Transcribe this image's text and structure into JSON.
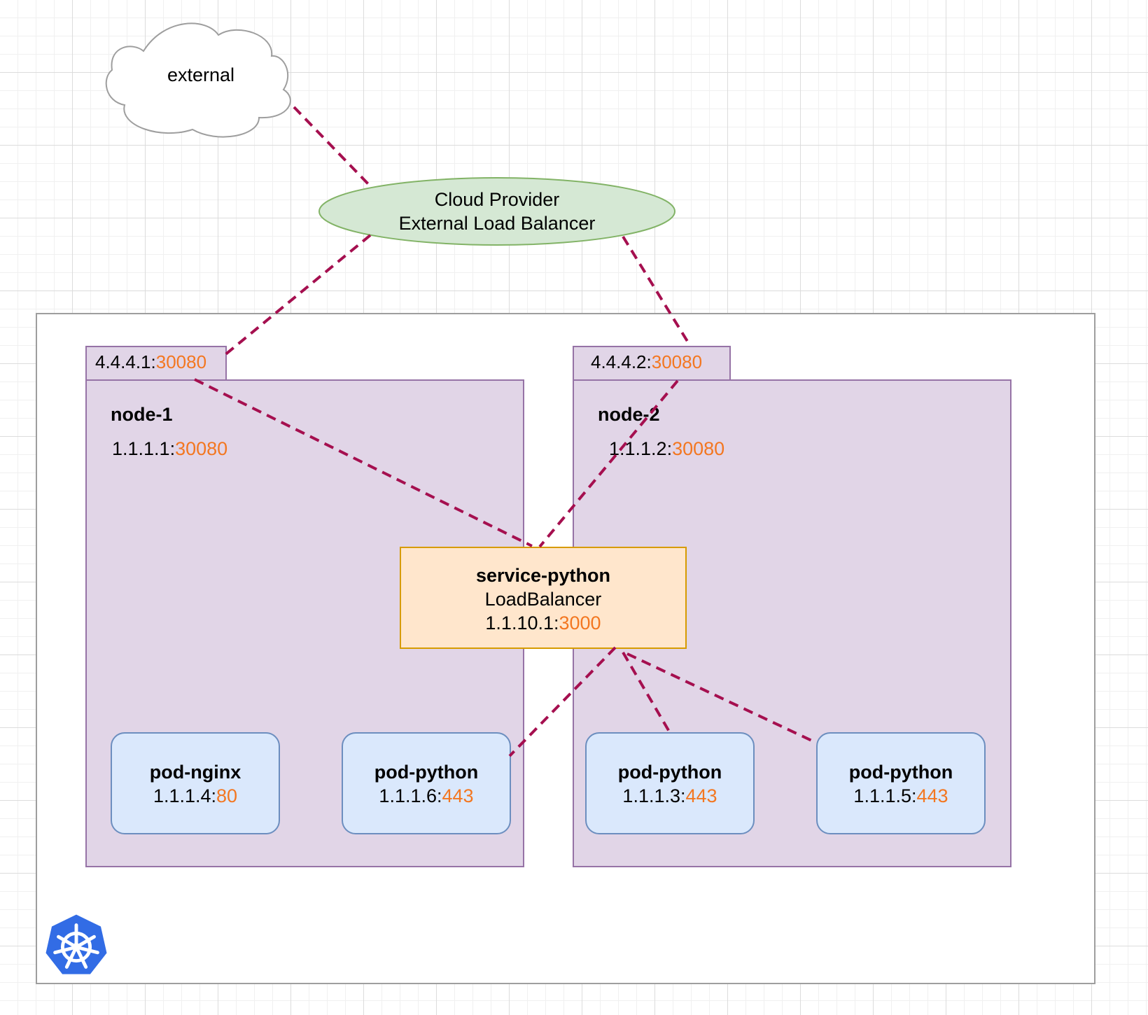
{
  "external": {
    "label": "external"
  },
  "load_balancer": {
    "line1": "Cloud Provider",
    "line2": "External Load Balancer"
  },
  "nodes": [
    {
      "tab_ip": "4.4.4.1:",
      "tab_port": "30080",
      "name": "node-1",
      "ip": "1.1.1.1:",
      "port": "30080"
    },
    {
      "tab_ip": "4.4.4.2:",
      "tab_port": "30080",
      "name": "node-2",
      "ip": "1.1.1.2:",
      "port": "30080"
    }
  ],
  "service": {
    "name": "service-python",
    "type": "LoadBalancer",
    "ip": "1.1.10.1:",
    "port": "3000"
  },
  "pods": [
    {
      "name": "pod-nginx",
      "ip": "1.1.1.4:",
      "port": "80"
    },
    {
      "name": "pod-python",
      "ip": "1.1.1.6:",
      "port": "443"
    },
    {
      "name": "pod-python",
      "ip": "1.1.1.3:",
      "port": "443"
    },
    {
      "name": "pod-python",
      "ip": "1.1.1.5:",
      "port": "443"
    }
  ],
  "colors": {
    "node_fill": "#e1d5e7",
    "node_border": "#9673a6",
    "service_fill": "#ffe6cc",
    "service_border": "#d79b00",
    "pod_fill": "#dae8fc",
    "pod_border": "#6c8ebf",
    "lb_fill": "#d5e8d4",
    "lb_border": "#82b366",
    "connector": "#a50f4f",
    "port_text": "#f37721",
    "k8s_blue": "#326ce5"
  },
  "icons": {
    "logo": "kubernetes-helm-icon",
    "external": "cloud-icon"
  }
}
